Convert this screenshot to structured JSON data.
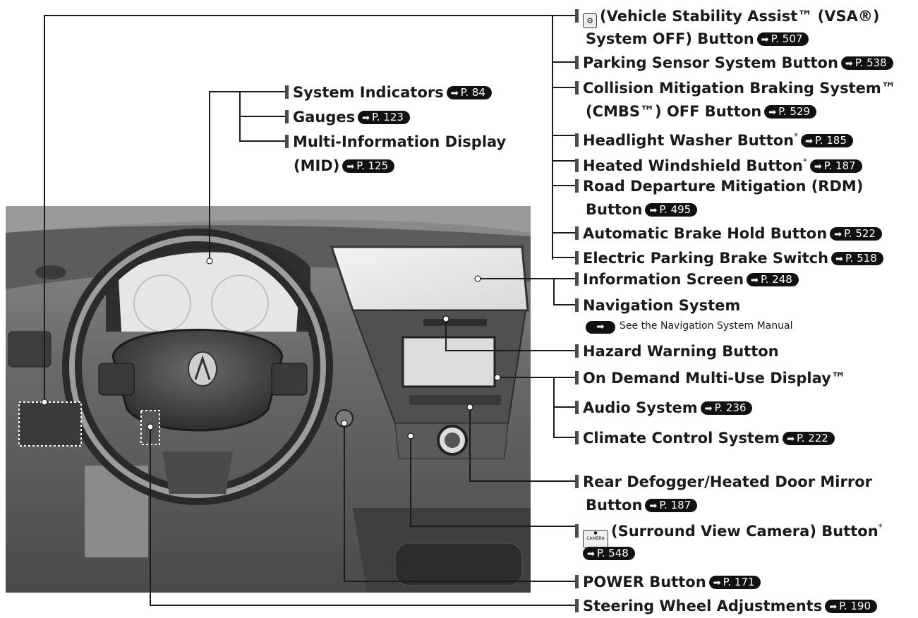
{
  "labels": [
    {
      "text": "(Vehicle Stability Assist™ (VSA®)",
      "icon": "vsa-off-icon"
    },
    {
      "text": "System OFF) Button",
      "ref": "P. 507"
    },
    {
      "text": "Parking Sensor System Button",
      "ref": "P. 538"
    },
    {
      "text": "Collision Mitigation Braking System™"
    },
    {
      "text": "(CMBS™) OFF Button",
      "ref": "P. 529"
    },
    {
      "text": "Headlight Washer Button",
      "asterisk": "*",
      "ref": "P. 185"
    },
    {
      "text": "Heated Windshield Button",
      "asterisk": "*",
      "ref": "P. 187"
    },
    {
      "text": "Road Departure Mitigation (RDM)"
    },
    {
      "text": "Button",
      "ref": "P. 495"
    },
    {
      "text": "Automatic Brake Hold Button",
      "ref": "P. 522"
    },
    {
      "text": "Electric Parking Brake Switch",
      "ref": "P. 518"
    },
    {
      "text": "Information Screen",
      "ref": "P. 248"
    },
    {
      "text": "Navigation System"
    },
    {
      "text": "Hazard Warning Button"
    },
    {
      "text": "On Demand Multi-Use Display™"
    },
    {
      "text": "Audio System",
      "ref": "P. 236"
    },
    {
      "text": "Climate Control System",
      "ref": "P. 222"
    },
    {
      "text": "Rear Defogger/Heated Door Mirror"
    },
    {
      "text": "Button",
      "ref": "P. 187"
    },
    {
      "text": "(Surround View Camera) Button",
      "asterisk": "*",
      "icon": "camera-button-icon"
    },
    {
      "text": "",
      "ref": "P. 548"
    },
    {
      "text": "POWER Button",
      "ref": "P. 171"
    },
    {
      "text": "Steering Wheel Adjustments",
      "ref": "P. 190"
    },
    {
      "text": "System Indicators",
      "ref": "P. 84"
    },
    {
      "text": "Gauges",
      "ref": "P. 123"
    },
    {
      "text": "Multi-Information Display"
    },
    {
      "text": "(MID)",
      "ref": "P. 125"
    }
  ],
  "navigation_note": "See the Navigation System Manual",
  "camera_icon_text": "CAMERA",
  "vsa_icon_glyph": "⚙"
}
